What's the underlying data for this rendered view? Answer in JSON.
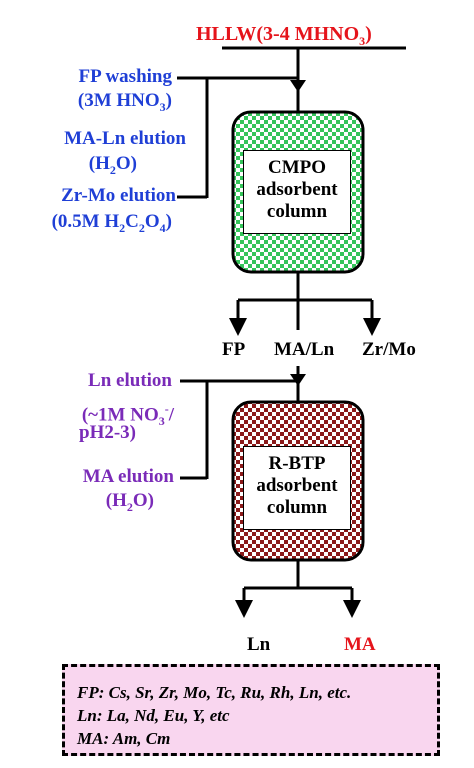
{
  "feed": {
    "prefix": "HLLW(3-4 MHNO",
    "sub": "3",
    "suffix": ")"
  },
  "cmpo": {
    "inlets": {
      "fp_washing": "FP washing",
      "fp_washing_cond": {
        "prefix": "(3M HNO",
        "sub": "3",
        "suffix": ")"
      },
      "ma_ln_elution": "MA-Ln elution",
      "ma_ln_cond": {
        "prefix": "(H",
        "sub": "2",
        "suffix": "O)"
      },
      "zr_mo_elution": "Zr-Mo elution",
      "zr_mo_cond": {
        "prefix": "(0.5M H",
        "sub1": "2",
        "mid": "C",
        "sub2": "2",
        "mid2": "O",
        "sub3": "4",
        "suffix": ")"
      }
    },
    "column_lines": [
      "CMPO",
      "adsorbent",
      "column"
    ],
    "outlets": [
      "FP",
      "MA/Ln",
      "Zr/Mo"
    ],
    "fill_color": "#35c45a"
  },
  "rbtp": {
    "inlets": {
      "ln_elution": "Ln elution",
      "ln_cond_line1": {
        "prefix": "(~1M NO",
        "sub": "3",
        "sup": "-",
        "suffix": "/"
      },
      "ln_cond_line2": "pH2-3)",
      "ma_elution": "MA elution",
      "ma_cond": {
        "prefix": "(H",
        "sub": "2",
        "suffix": "O)"
      }
    },
    "column_lines": [
      "R-BTP",
      "adsorbent",
      "column"
    ],
    "outlets": [
      "Ln",
      "MA"
    ],
    "fill_color": "#8b1a1a"
  },
  "legend": {
    "line1": "FP: Cs, Sr, Zr, Mo, Tc, Ru, Rh, Ln, etc.",
    "line2": "Ln: La, Nd, Eu, Y, etc",
    "line3": "MA: Am, Cm"
  },
  "colors": {
    "blue": "#1f3fd6",
    "purple": "#7a2bb8",
    "red": "#e5141b",
    "legend_bg": "#f9d6ef"
  }
}
